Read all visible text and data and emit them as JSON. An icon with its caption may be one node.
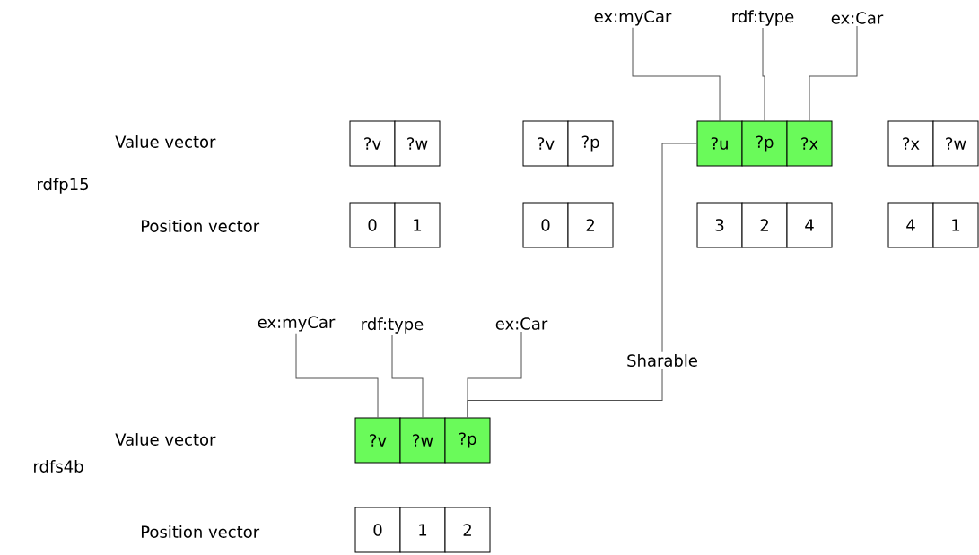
{
  "diagram": {
    "nodes": [
      {
        "text": [
          "ex:myCar"
        ]
      },
      {
        "text": [
          "rdf:type"
        ]
      },
      {
        "text": [
          "ex:Car"
        ]
      },
      {
        "text": [
          "?v"
        ]
      },
      {
        "text": [
          "?w"
        ]
      },
      {
        "text": [
          "?v"
        ]
      },
      {
        "text": [
          "?p"
        ]
      },
      {
        "text": [
          "?u"
        ]
      },
      {
        "text": [
          "?p"
        ]
      },
      {
        "text": [
          "?x"
        ]
      },
      {
        "text": [
          "?x"
        ]
      },
      {
        "text": [
          "?w"
        ]
      },
      {
        "text": [
          "0"
        ]
      },
      {
        "text": [
          "1"
        ]
      },
      {
        "text": [
          "0"
        ]
      },
      {
        "text": [
          "2"
        ]
      },
      {
        "text": [
          "3"
        ]
      },
      {
        "text": [
          "2"
        ]
      },
      {
        "text": [
          "4"
        ]
      },
      {
        "text": [
          "4"
        ]
      },
      {
        "text": [
          "1"
        ]
      },
      {
        "text": [
          "ex:myCar"
        ]
      },
      {
        "text": [
          "rdf:type"
        ]
      },
      {
        "text": [
          "ex:Car"
        ]
      },
      {
        "text": [
          "Sharable"
        ]
      },
      {
        "text": [
          "?v"
        ]
      },
      {
        "text": [
          "?w"
        ]
      },
      {
        "text": [
          "?p"
        ]
      },
      {
        "text": [
          "0"
        ]
      },
      {
        "text": [
          "1"
        ]
      },
      {
        "text": [
          "2"
        ]
      }
    ],
    "edges": [
      {
        "from": 0,
        "to": 7,
        "arrow": "none"
      },
      {
        "from": 1,
        "to": 8,
        "arrow": "none"
      },
      {
        "from": 2,
        "to": 9,
        "arrow": "none"
      },
      {
        "from": 21,
        "to": 25,
        "arrow": "none"
      },
      {
        "from": 22,
        "to": 26,
        "arrow": "none"
      },
      {
        "from": 23,
        "to": 27,
        "arrow": "none"
      },
      {
        "from": 24,
        "to": 7,
        "arrow": "none"
      },
      {
        "from": 24,
        "to": 27,
        "arrow": "none"
      }
    ],
    "labels": [
      "Value vector",
      "rdfp15",
      "Position vector",
      "Value vector",
      "rdfs4b",
      "Position vector"
    ]
  }
}
